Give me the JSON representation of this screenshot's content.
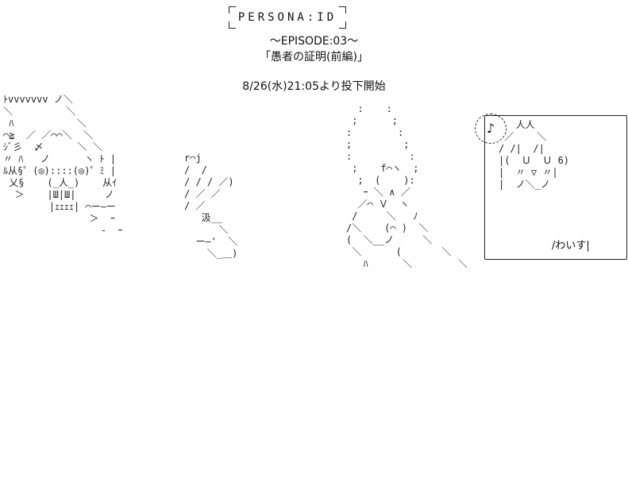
{
  "header": {
    "logo_text": "PERSONA:ID",
    "episode": "〜EPISODE:03〜",
    "title": "「愚者の証明(前編)」",
    "schedule": "8/26(水)21:05より投下開始"
  },
  "art": {
    "left": "ﾄvvvvvvv ノ＼\n＼　　　　　 ＼\n ﾊ　　　　　　 ＼\n⌒≧  ／ ／⌒⌒＼  ＼\nｼﾞ彡  〆      ＼ ＼\n〃 ﾊ   ノ      ヽ ﾄ |\nﾙ从§゜(◎)::::(◎)゜ﾐ |\n 乂§    (_人_)    从ｲ\n  ＞    |Ш|Ш|     ノ\n        |ｪｪｪｪ| ⌒ー―ー\n               ＞  ｰ\n                 ‐  ｰ",
    "hand_left": "r⌒j\n/  /\n/ / / ／)\n/ ／ ／\n/ ／\n   汲__\n      ＼\n  ー―'  ＼\n    ＼_＿)",
    "right": "  :    :\n ;      ;\n:        :\n;         ;\n:          :\n ;    f⌒ヽ  ;\n  ;  (    ):\n   ｰ ＼ ∧ ／\n  ／⌒ Ｖ  ヽ\n /     ＼   ﾉ\n/＼    (⌒ )  ＼\n(  ＼__ノ     ＼\n ＼      (       ＼\n   ﾊ      ＼        ＼",
    "badge_face": "   人人\n ／    ＼\n/ /|  /|\n|(  Ｕ  Ｕ 6)\n|  〃 ▽ 〃|\n|  ノ＼_ノ",
    "note": "♪",
    "badge_caption": "/わいす|"
  }
}
